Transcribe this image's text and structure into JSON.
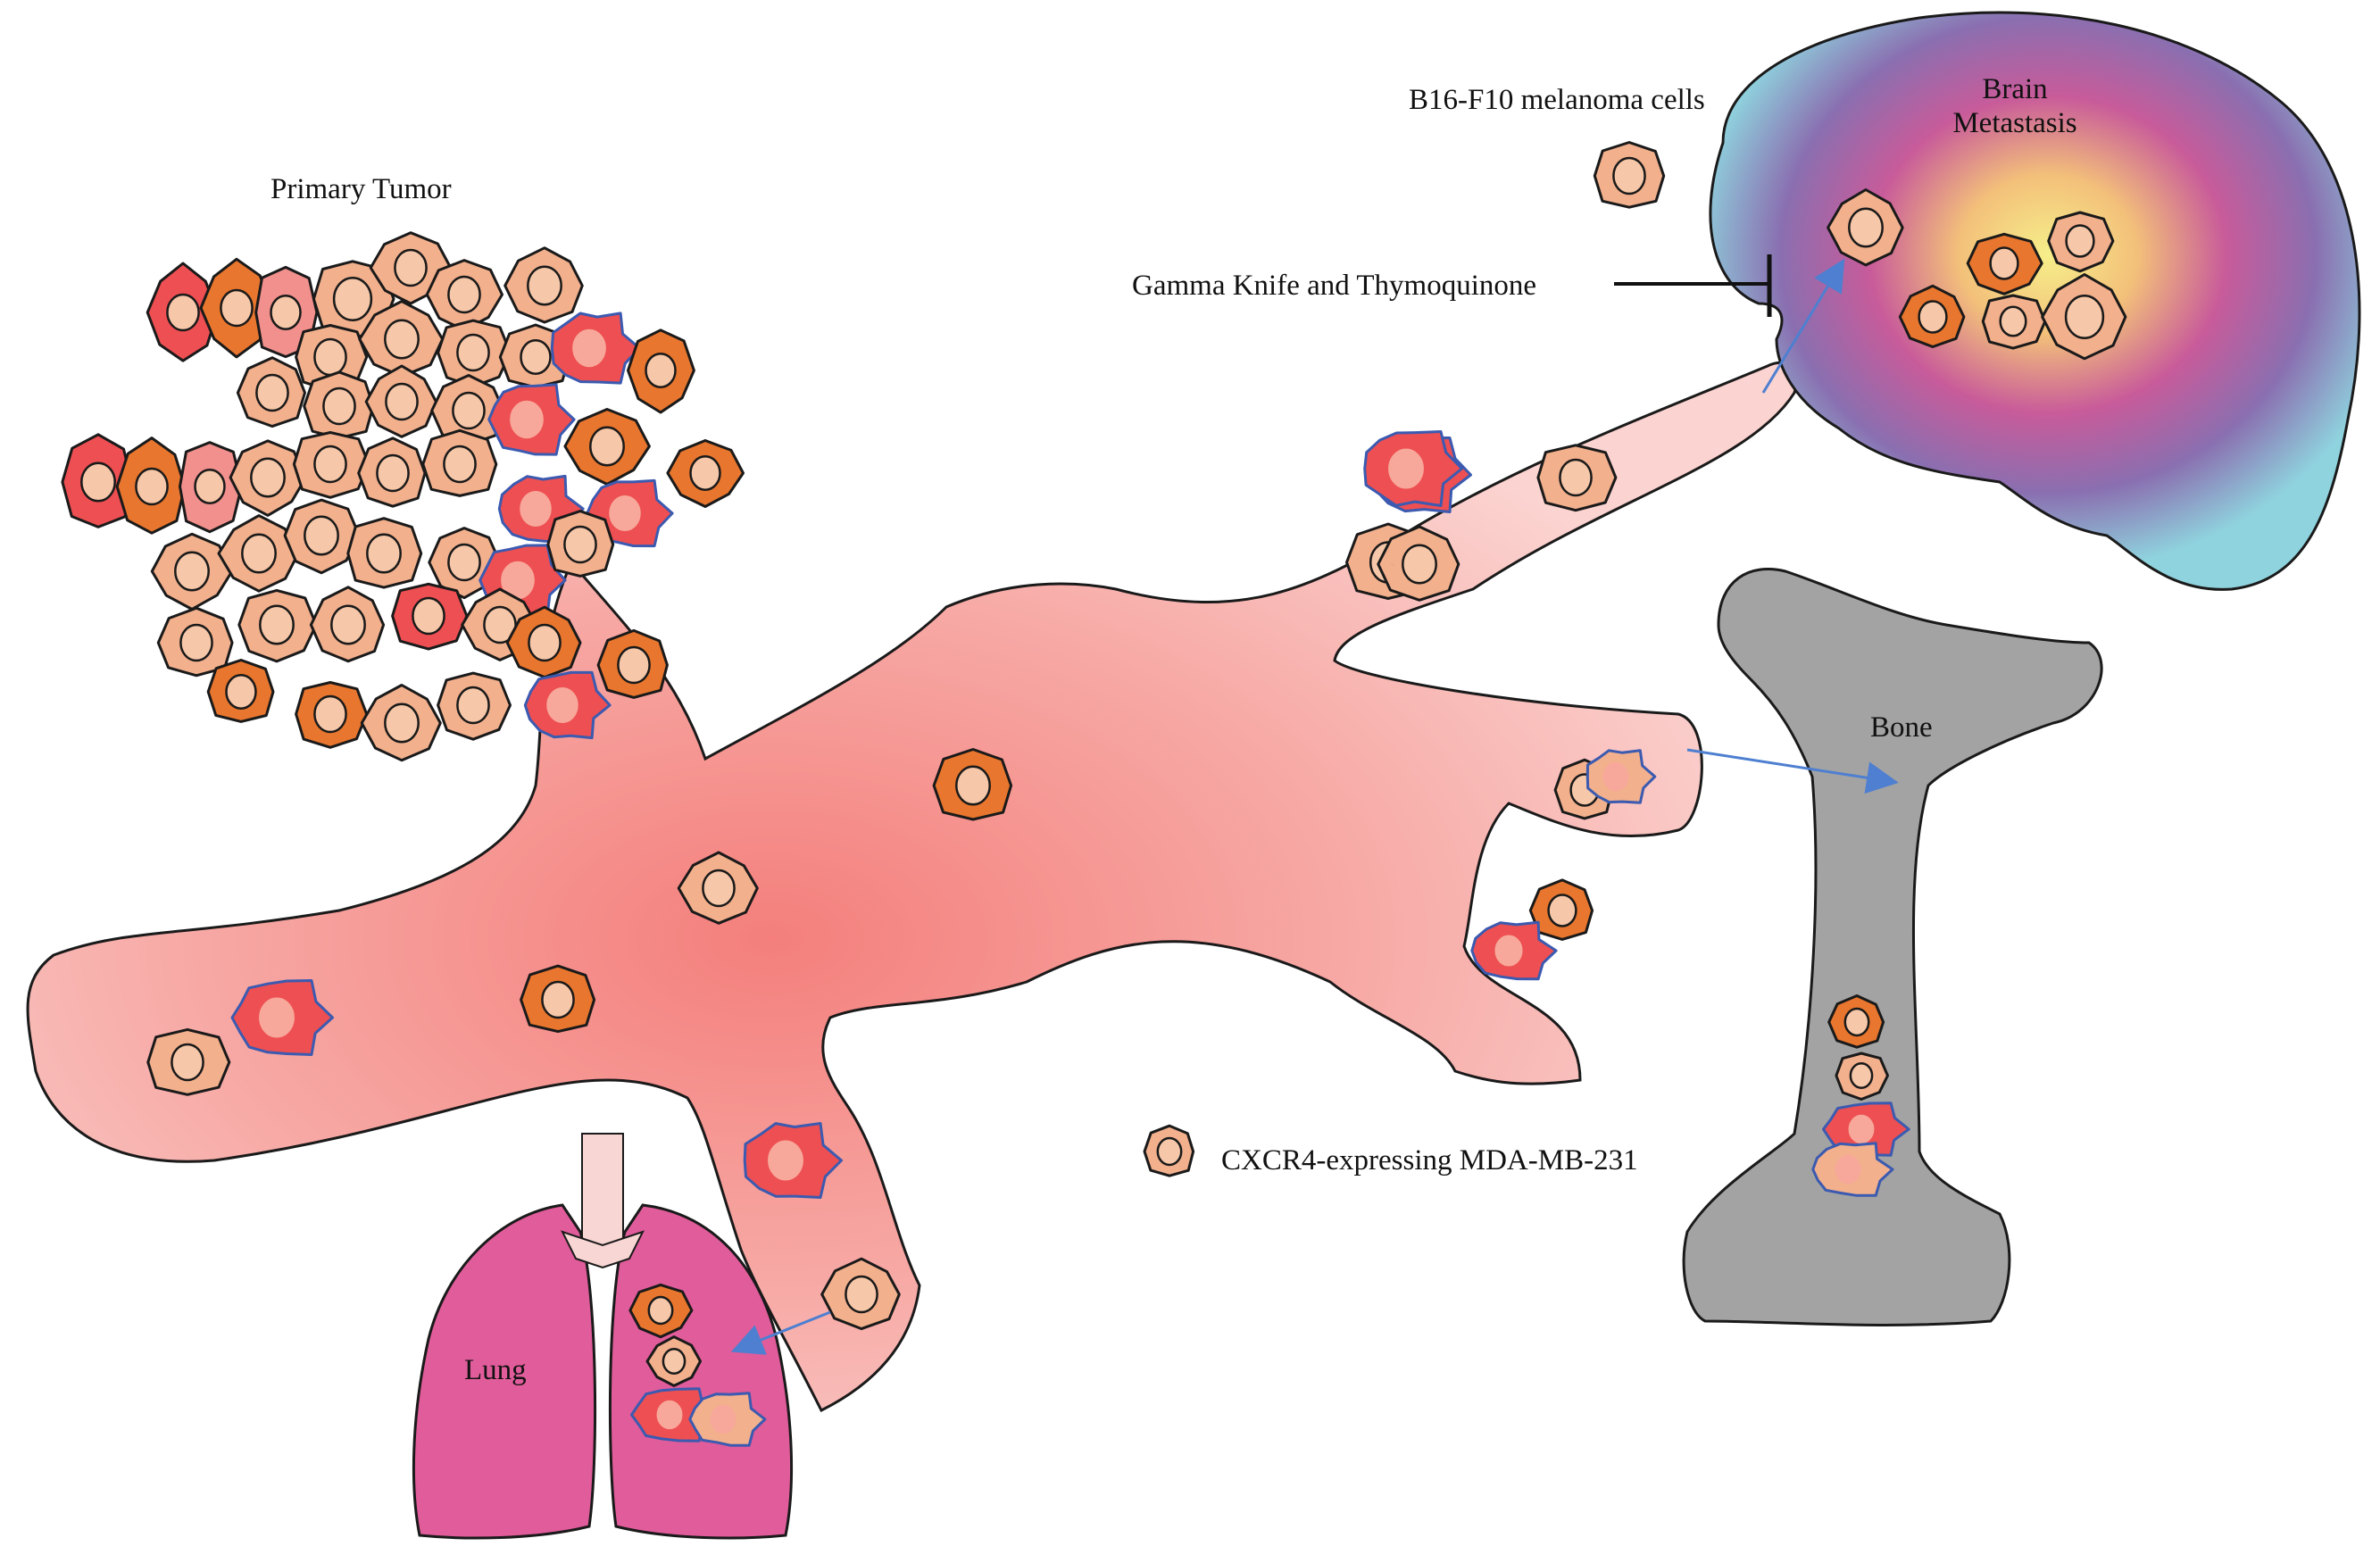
{
  "labels": {
    "primary_tumor": "Primary Tumor",
    "melanoma": "B16-F10 melanoma cells",
    "brain_line1": "Brain",
    "brain_line2": "Metastasis",
    "gamma_knife": "Gamma Knife and Thymoquinone",
    "bone": "Bone",
    "lung": "Lung",
    "cxcr4": "CXCR4-expressing MDA-MB-231"
  },
  "colors": {
    "vessel": "#f7a9a5",
    "vessel_core": "#f47f7c",
    "cell_peach": "#f2b08d",
    "cell_orange": "#e8762e",
    "cell_red": "#ee4f52",
    "cell_pink": "#f1908c",
    "cell_pale": "#f4c3a6",
    "lung": "#e05c9a",
    "bone": "#a3a3a3",
    "brain_outer": "#8fd3de",
    "brain_mid": "#c85b9a",
    "brain_core": "#f3e87f",
    "arrow": "#4e7fd0",
    "outline": "#1a1a1a"
  },
  "icons": [
    "tumor-cell-icon",
    "invasive-cell-icon",
    "arrow-icon",
    "inhibition-icon"
  ]
}
